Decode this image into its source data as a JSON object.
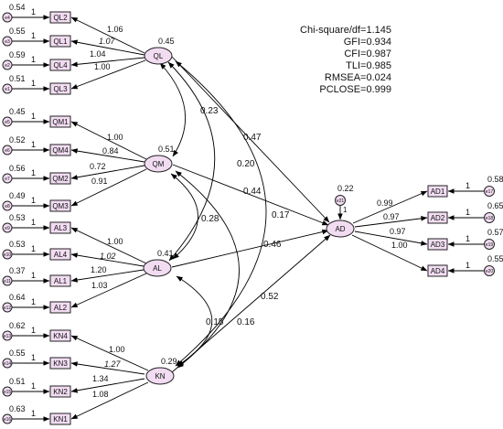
{
  "fit_indices": [
    "Chi-square/df=1.145",
    "GFI=0.934",
    "CFI=0.987",
    "TLI=0.985",
    "RMSEA=0.024",
    "PCLOSE=0.999"
  ],
  "latents": {
    "QL": {
      "label": "QL",
      "r2": "0.45"
    },
    "QM": {
      "label": "QM",
      "r2": "0.51"
    },
    "AL": {
      "label": "AL",
      "r2": "0.41"
    },
    "KN": {
      "label": "KN",
      "r2": "0.29"
    },
    "AD": {
      "label": "AD",
      "r2": "0.22"
    }
  },
  "ad_error": {
    "label": "e21",
    "weight": "1"
  },
  "left_indicators": [
    {
      "name": "QL2",
      "latent": "QL",
      "error": "e4",
      "variance": "0.54",
      "loading": "1.06"
    },
    {
      "name": "QL1",
      "latent": "QL",
      "error": "e3",
      "variance": "0.55",
      "loading": "1.07"
    },
    {
      "name": "QL4",
      "latent": "QL",
      "error": "e2",
      "variance": "0.59",
      "loading": "1.04"
    },
    {
      "name": "QL3",
      "latent": "QL",
      "error": "e1",
      "variance": "0.51",
      "loading": "1.00"
    },
    {
      "name": "QM1",
      "latent": "QM",
      "error": "e5",
      "variance": "0.45",
      "loading": "1.00"
    },
    {
      "name": "QM4",
      "latent": "QM",
      "error": "e6",
      "variance": "0.52",
      "loading": "0.84"
    },
    {
      "name": "QM2",
      "latent": "QM",
      "error": "e7",
      "variance": "0.56",
      "loading": "0.72"
    },
    {
      "name": "QM3",
      "latent": "QM",
      "error": "e8",
      "variance": "0.49",
      "loading": "0.91"
    },
    {
      "name": "AL3",
      "latent": "AL",
      "error": "e9",
      "variance": "0.53",
      "loading": "1.00"
    },
    {
      "name": "AL4",
      "latent": "AL",
      "error": "e10",
      "variance": "0.53",
      "loading": "1.02"
    },
    {
      "name": "AL1",
      "latent": "AL",
      "error": "e11",
      "variance": "0.37",
      "loading": "1.20"
    },
    {
      "name": "AL2",
      "latent": "AL",
      "error": "e12",
      "variance": "0.64",
      "loading": "1.03"
    },
    {
      "name": "KN4",
      "latent": "KN",
      "error": "e13",
      "variance": "0.62",
      "loading": "1.00"
    },
    {
      "name": "KN3",
      "latent": "KN",
      "error": "e14",
      "variance": "0.55",
      "loading": "1.27"
    },
    {
      "name": "KN2",
      "latent": "KN",
      "error": "e15",
      "variance": "0.51",
      "loading": "1.34"
    },
    {
      "name": "KN1",
      "latent": "KN",
      "error": "e16",
      "variance": "0.63",
      "loading": "1.08"
    }
  ],
  "right_indicators": [
    {
      "name": "AD1",
      "error": "e17",
      "variance": "0.58",
      "loading": "0.99"
    },
    {
      "name": "AD2",
      "error": "e18",
      "variance": "0.65",
      "loading": "0.97"
    },
    {
      "name": "AD3",
      "error": "e19",
      "variance": "0.57",
      "loading": "0.97"
    },
    {
      "name": "AD4",
      "error": "e20",
      "variance": "0.55",
      "loading": "1.00"
    }
  ],
  "error_weight": "1",
  "paths": [
    {
      "from": "QL",
      "to": "AD",
      "value": "0.47"
    },
    {
      "from": "QM",
      "to": "AD",
      "value": "0.44"
    },
    {
      "from": "AL",
      "to": "AD",
      "value": "0.46"
    },
    {
      "from": "KN",
      "to": "AD",
      "value": "0.52"
    }
  ],
  "covariances": [
    {
      "between": [
        "QL",
        "QM"
      ],
      "value": "0.23"
    },
    {
      "between": [
        "QL",
        "AL"
      ],
      "value": "0.20"
    },
    {
      "between": [
        "QL",
        "KN"
      ],
      "value": "0.17"
    },
    {
      "between": [
        "QM",
        "AL"
      ],
      "value": "0.28"
    },
    {
      "between": [
        "QM",
        "KN"
      ],
      "value": "0.16"
    },
    {
      "between": [
        "AL",
        "KN"
      ],
      "value": "0.15"
    }
  ]
}
